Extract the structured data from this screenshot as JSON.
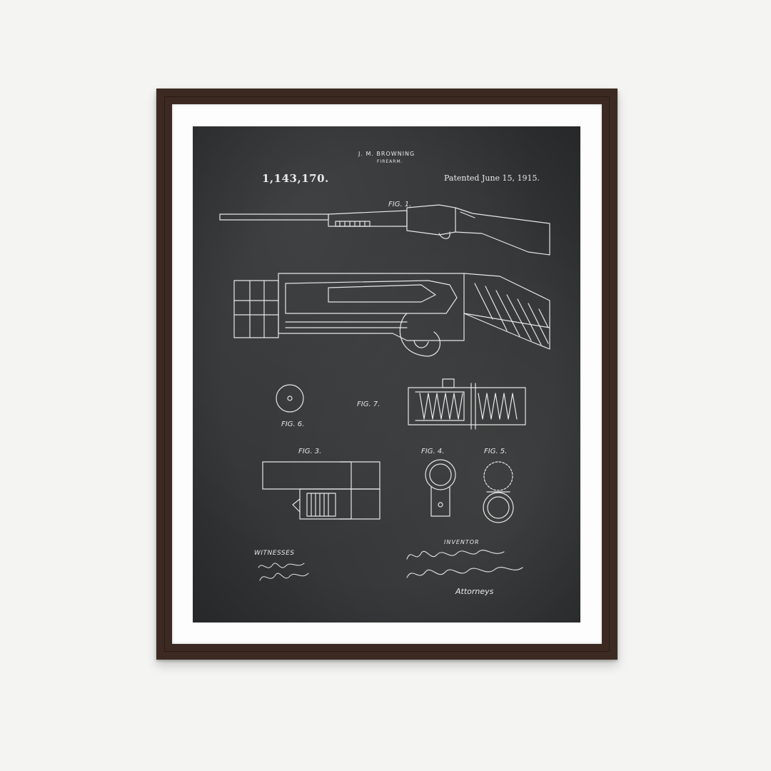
{
  "poster": {
    "inventor_name": "J. M. BROWNING",
    "subject": "FIREARM.",
    "patent_number": "1,143,170.",
    "patent_date": "Patented June 15, 1915."
  },
  "figures": {
    "fig1": "FIG. 1.",
    "fig3": "FIG. 3.",
    "fig4": "FIG. 4.",
    "fig5": "FIG. 5.",
    "fig6": "FIG. 6.",
    "fig7": "FIG. 7."
  },
  "signatures": {
    "witnesses_label": "WITNESSES",
    "inventor_label": "INVENTOR",
    "attorneys_label": "Attorneys"
  },
  "colors": {
    "background": "#f4f4f3",
    "frame": "#3c2a22",
    "mat": "#fdfdfd",
    "chalkboard": "#333536",
    "ink": "#e9e9e9"
  }
}
